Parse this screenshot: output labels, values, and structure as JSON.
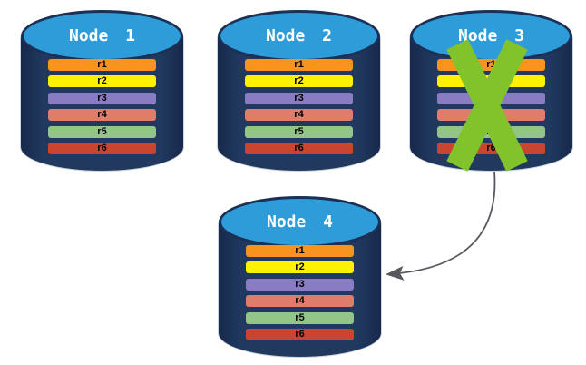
{
  "diagram": {
    "background_color": "#FFFFFF",
    "nodes": [
      {
        "id": "node-1",
        "title": "Node 1",
        "rows": [
          "r1",
          "r2",
          "r3",
          "r4",
          "r5",
          "r6"
        ],
        "failed": false
      },
      {
        "id": "node-2",
        "title": "Node 2",
        "rows": [
          "r1",
          "r2",
          "r3",
          "r4",
          "r5",
          "r6"
        ],
        "failed": false
      },
      {
        "id": "node-3",
        "title": "Node 3",
        "rows": [
          "r1",
          "r2",
          "r3",
          "r4",
          "r5",
          "r6"
        ],
        "failed": true
      },
      {
        "id": "node-4",
        "title": "Node 4",
        "rows": [
          "r1",
          "r2",
          "r3",
          "r4",
          "r5",
          "r6"
        ],
        "failed": false
      }
    ],
    "row_colors": {
      "r1": "#F7941E",
      "r2": "#FEF200",
      "r3": "#8A7CC2",
      "r4": "#DF7C6C",
      "r5": "#93C489",
      "r6": "#C9452F"
    },
    "colors": {
      "cylinder_body": "#21395F",
      "cylinder_top": "#2E9CD8",
      "cylinder_outline": "#1B3054",
      "failure_x": "#82C32B",
      "arrow": "#55595E",
      "row_text": "#000000",
      "title_text": "#FFFFFF"
    },
    "icons": {
      "failure": "green-x-icon",
      "transfer": "curved-arrow-icon"
    }
  }
}
